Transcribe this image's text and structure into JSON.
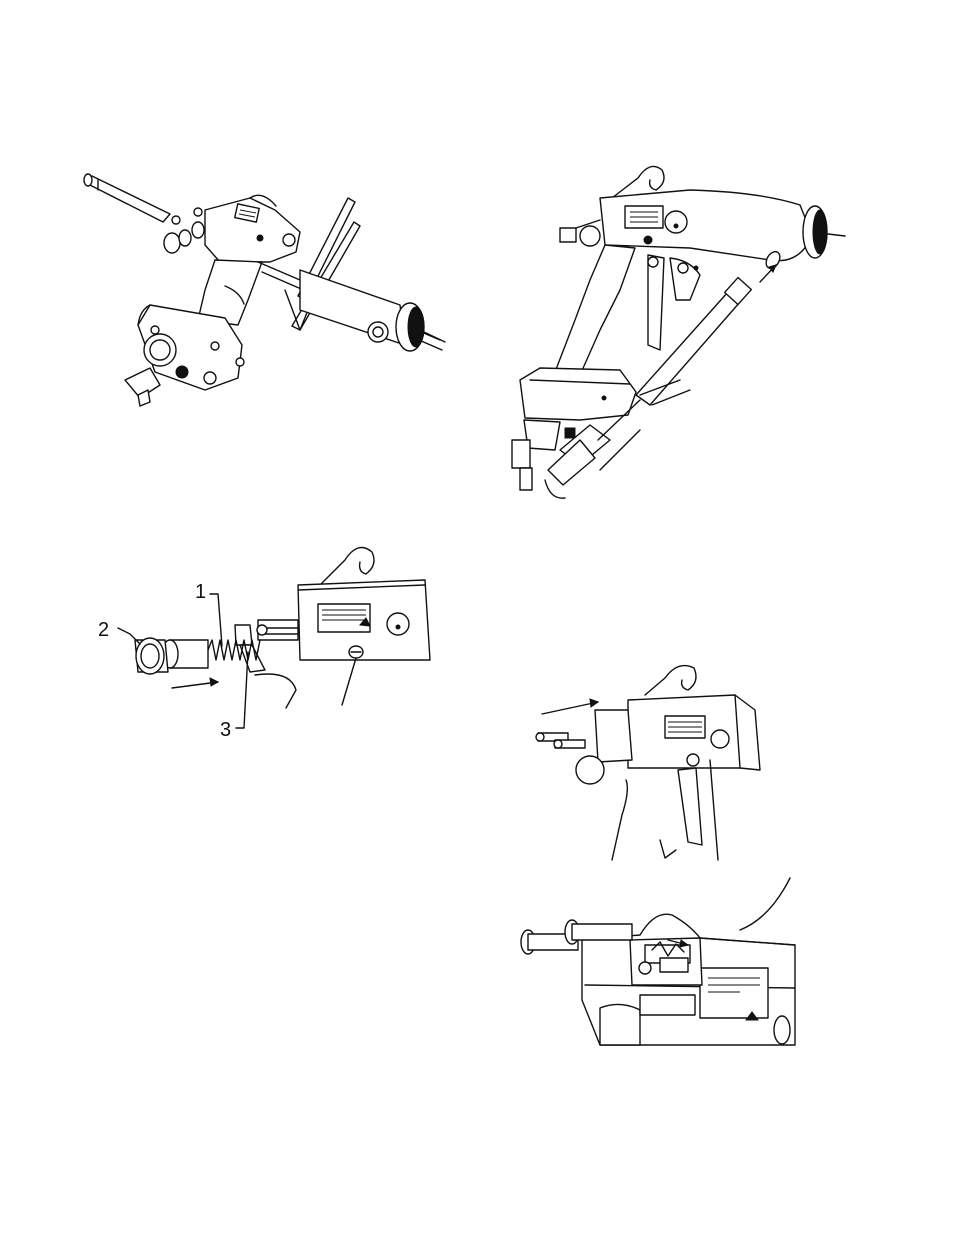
{
  "figures": [
    {
      "id": "fig-a",
      "description_visible": false
    },
    {
      "id": "fig-b",
      "description_visible": false
    },
    {
      "id": "fig-c",
      "callouts": [
        "1",
        "2",
        "3"
      ]
    },
    {
      "id": "fig-d",
      "description_visible": false
    },
    {
      "id": "fig-e",
      "description_visible": false
    }
  ],
  "callouts": {
    "one": "1",
    "two": "2",
    "three": "3"
  },
  "colors": {
    "ink": "#111111",
    "paper": "#ffffff"
  }
}
